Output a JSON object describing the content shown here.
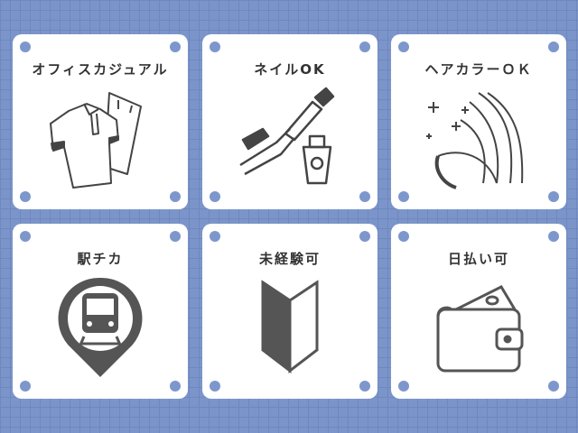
{
  "cards": [
    {
      "title": "オフィスカジュアル",
      "icon": "office-casual-clothes-icon"
    },
    {
      "title": "ネイルOK",
      "icon": "nail-polish-icon"
    },
    {
      "title": "ヘアカラーＯＫ",
      "icon": "hair-color-icon"
    },
    {
      "title": "駅チカ",
      "icon": "train-station-pin-icon"
    },
    {
      "title": "未経験可",
      "icon": "beginner-mark-icon"
    },
    {
      "title": "日払い可",
      "icon": "wallet-icon"
    }
  ],
  "colors": {
    "background": "#7b95cb",
    "card": "#ffffff",
    "dot": "#7d97cc",
    "text": "#333333"
  }
}
